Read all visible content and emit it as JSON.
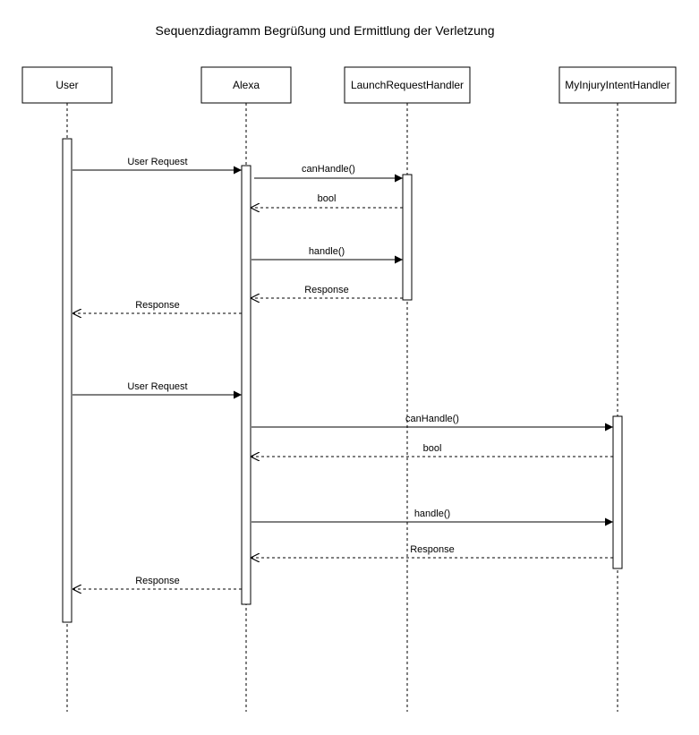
{
  "title": "Sequenzdiagramm Begrüßung und Ermittlung der Verletzung",
  "participants": [
    {
      "id": "user",
      "label": "User"
    },
    {
      "id": "alexa",
      "label": "Alexa"
    },
    {
      "id": "launch",
      "label": "LaunchRequestHandler"
    },
    {
      "id": "injury",
      "label": "MyInjuryIntentHandler"
    }
  ],
  "messages": [
    {
      "label": "User Request",
      "from": "user",
      "to": "alexa",
      "kind": "sync"
    },
    {
      "label": "canHandle()",
      "from": "alexa",
      "to": "launch",
      "kind": "sync"
    },
    {
      "label": "bool",
      "from": "launch",
      "to": "alexa",
      "kind": "return"
    },
    {
      "label": "handle()",
      "from": "alexa",
      "to": "launch",
      "kind": "sync"
    },
    {
      "label": "Response",
      "from": "launch",
      "to": "alexa",
      "kind": "return"
    },
    {
      "label": "Response",
      "from": "alexa",
      "to": "user",
      "kind": "return"
    },
    {
      "label": "User Request",
      "from": "user",
      "to": "alexa",
      "kind": "sync"
    },
    {
      "label": "canHandle()",
      "from": "alexa",
      "to": "injury",
      "kind": "sync"
    },
    {
      "label": "bool",
      "from": "injury",
      "to": "alexa",
      "kind": "return"
    },
    {
      "label": "handle()",
      "from": "alexa",
      "to": "injury",
      "kind": "sync"
    },
    {
      "label": "Response",
      "from": "injury",
      "to": "alexa",
      "kind": "return"
    },
    {
      "label": "Response",
      "from": "alexa",
      "to": "user",
      "kind": "return"
    }
  ],
  "colors": {
    "line": "#000000",
    "background": "#ffffff"
  }
}
